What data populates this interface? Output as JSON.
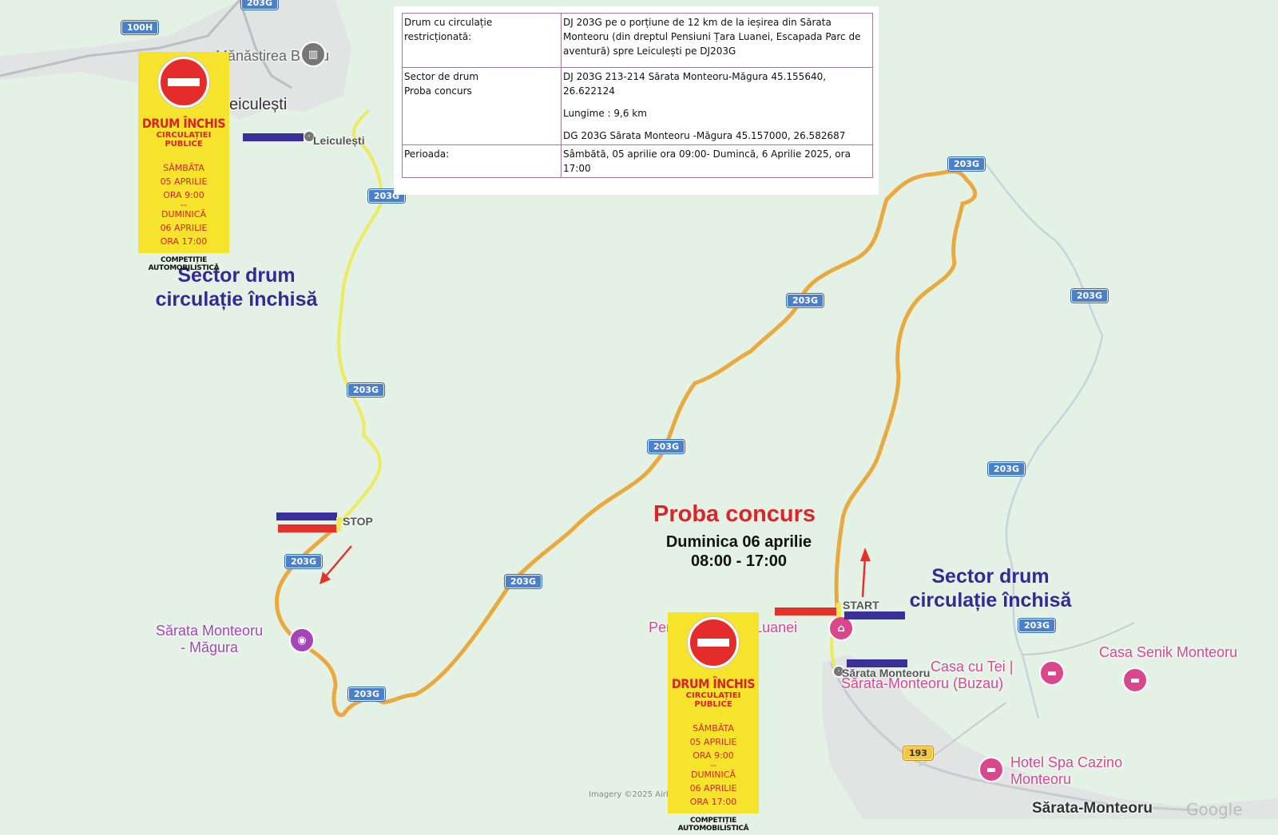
{
  "info_table": {
    "rows": [
      {
        "key": "Drum cu circulație restricționată:",
        "values": [
          "DJ 203G pe o porțiune de 12 km de la ieșirea din Sărata Monteoru (din dreptul Pensiuni Țara Luanei, Escapada Parc de aventură) spre Leiculești pe DJ203G"
        ]
      },
      {
        "key_lines": [
          "Sector de drum",
          "Proba concurs"
        ],
        "values": [
          "DJ 203G 213-214 Sărata Monteoru-Măgura 45.155640, 26.622124",
          "Lungime : 9,6 km",
          "DG 203G Sărata Monteoru -Măgura 45.157000, 26.582687"
        ]
      },
      {
        "key": "Perioada:",
        "values": [
          "Sâmbătă, 05 aprilie ora 09:00- Dumincă, 6 Aprilie 2025, ora 17:00"
        ]
      }
    ]
  },
  "signs": {
    "title": "DRUM ÎNCHIS",
    "subtitle": "CIRCULAȚIEI PUBLICE",
    "lines": [
      "SÂMBĂTA",
      "05 APRILIE",
      "ORA 9:00",
      "--",
      "DUMINICĂ",
      "06 APRILIE",
      "ORA 17:00"
    ],
    "footer": "COMPETIȚIE AUTOMOBILISTICĂ"
  },
  "headings": {
    "closed_sector": [
      "Sector drum",
      "circulație închisă"
    ],
    "race_title": "Proba concurs",
    "race_day": "Duminica 06 aprilie",
    "race_hours": "08:00 - 17:00"
  },
  "markers": {
    "stop": "STOP",
    "start": "START"
  },
  "places": {
    "leiculesti_big": "eiculești",
    "leiculesti_small": "Leiculești",
    "manastirea": "Mănăstirea Barbu",
    "sarata_magura": [
      "Sărata Monteoru",
      "- Măgura"
    ],
    "pensiunea": "Pensiunea Țara Luanei",
    "sarata_small": "Sărata Monteoru",
    "casa_tei": [
      "Casa cu Tei |",
      "Sărata-Monteoru (Buzau)"
    ],
    "casa_senik": "Casa Senik Monteoru",
    "hotel_spa": [
      "Hotel Spa Cazino",
      "Monteoru"
    ],
    "sarata_town": "Sărata-Monteoru",
    "google": "Google",
    "imagery": "Imagery ©2025 Airbus"
  },
  "road_shields": [
    "203G",
    "100H",
    "193"
  ],
  "colors": {
    "route_orange": "#eaa93e",
    "route_yellow": "#eeea5e",
    "closed_blue": "#3b2f9a",
    "closed_red": "#e4322b",
    "sign_yellow": "#f6e32c"
  }
}
